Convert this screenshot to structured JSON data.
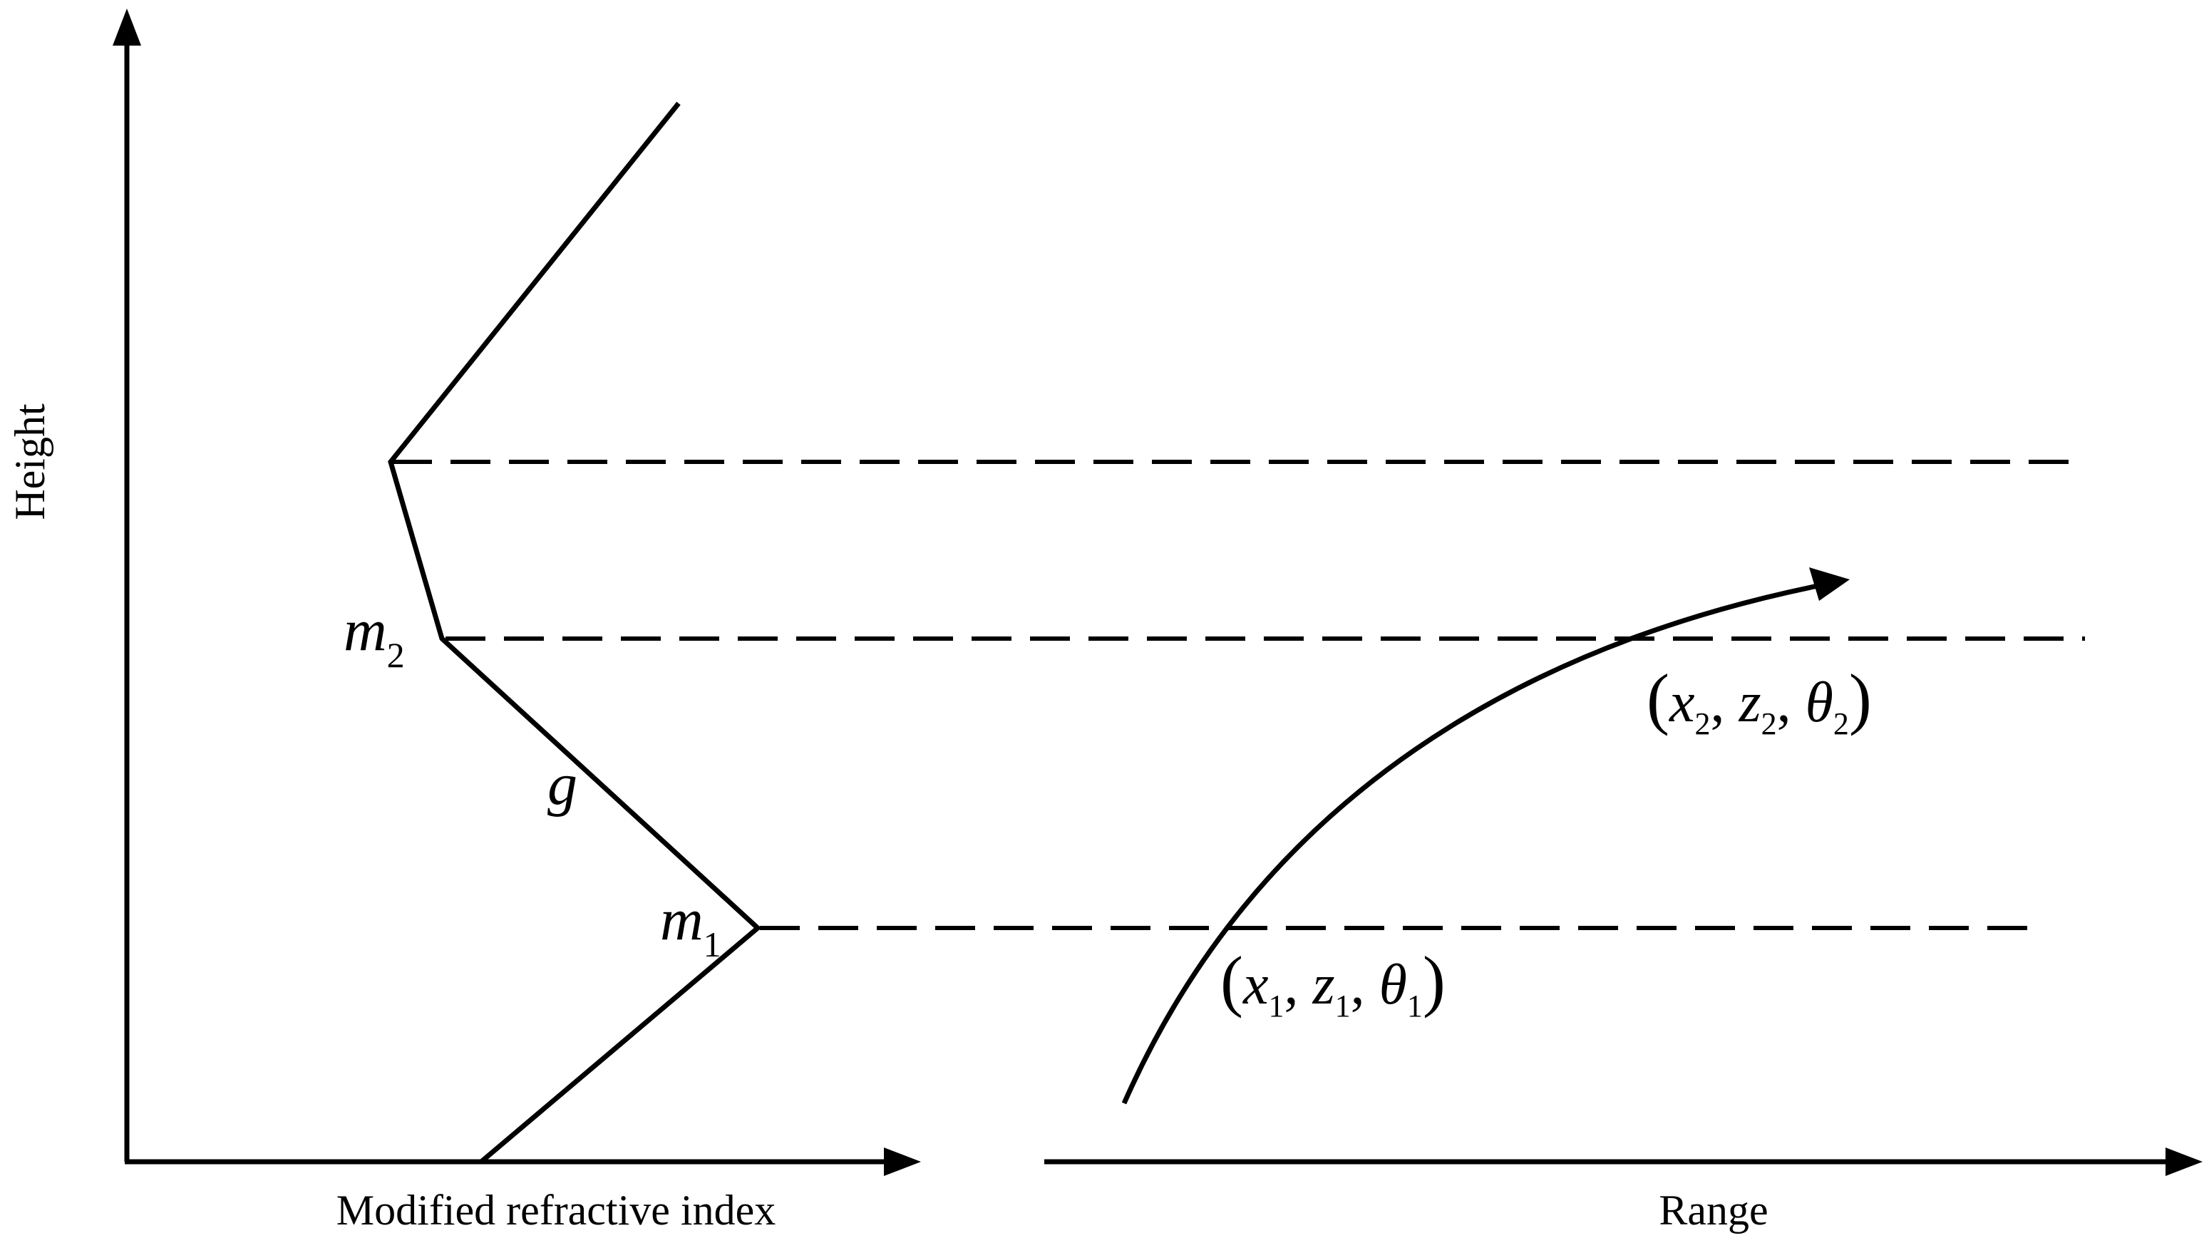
{
  "colors": {
    "ink": "#000000",
    "background": "#ffffff"
  },
  "axes": {
    "left_x_label": "Modified refractive index",
    "left_y_label": "Height",
    "right_x_label": "Range"
  },
  "profile_labels": {
    "m2": {
      "symbol": "m",
      "subscript": "2"
    },
    "g": {
      "symbol": "g"
    },
    "m1": {
      "symbol": "m",
      "subscript": "1"
    }
  },
  "ray_points": {
    "point2": {
      "x": "x",
      "x_sub": "2",
      "z": "z",
      "z_sub": "2",
      "theta": "θ",
      "theta_sub": "2"
    },
    "point1": {
      "x": "x",
      "x_sub": "1",
      "z": "z",
      "z_sub": "1",
      "theta": "θ",
      "theta_sub": "1"
    }
  }
}
